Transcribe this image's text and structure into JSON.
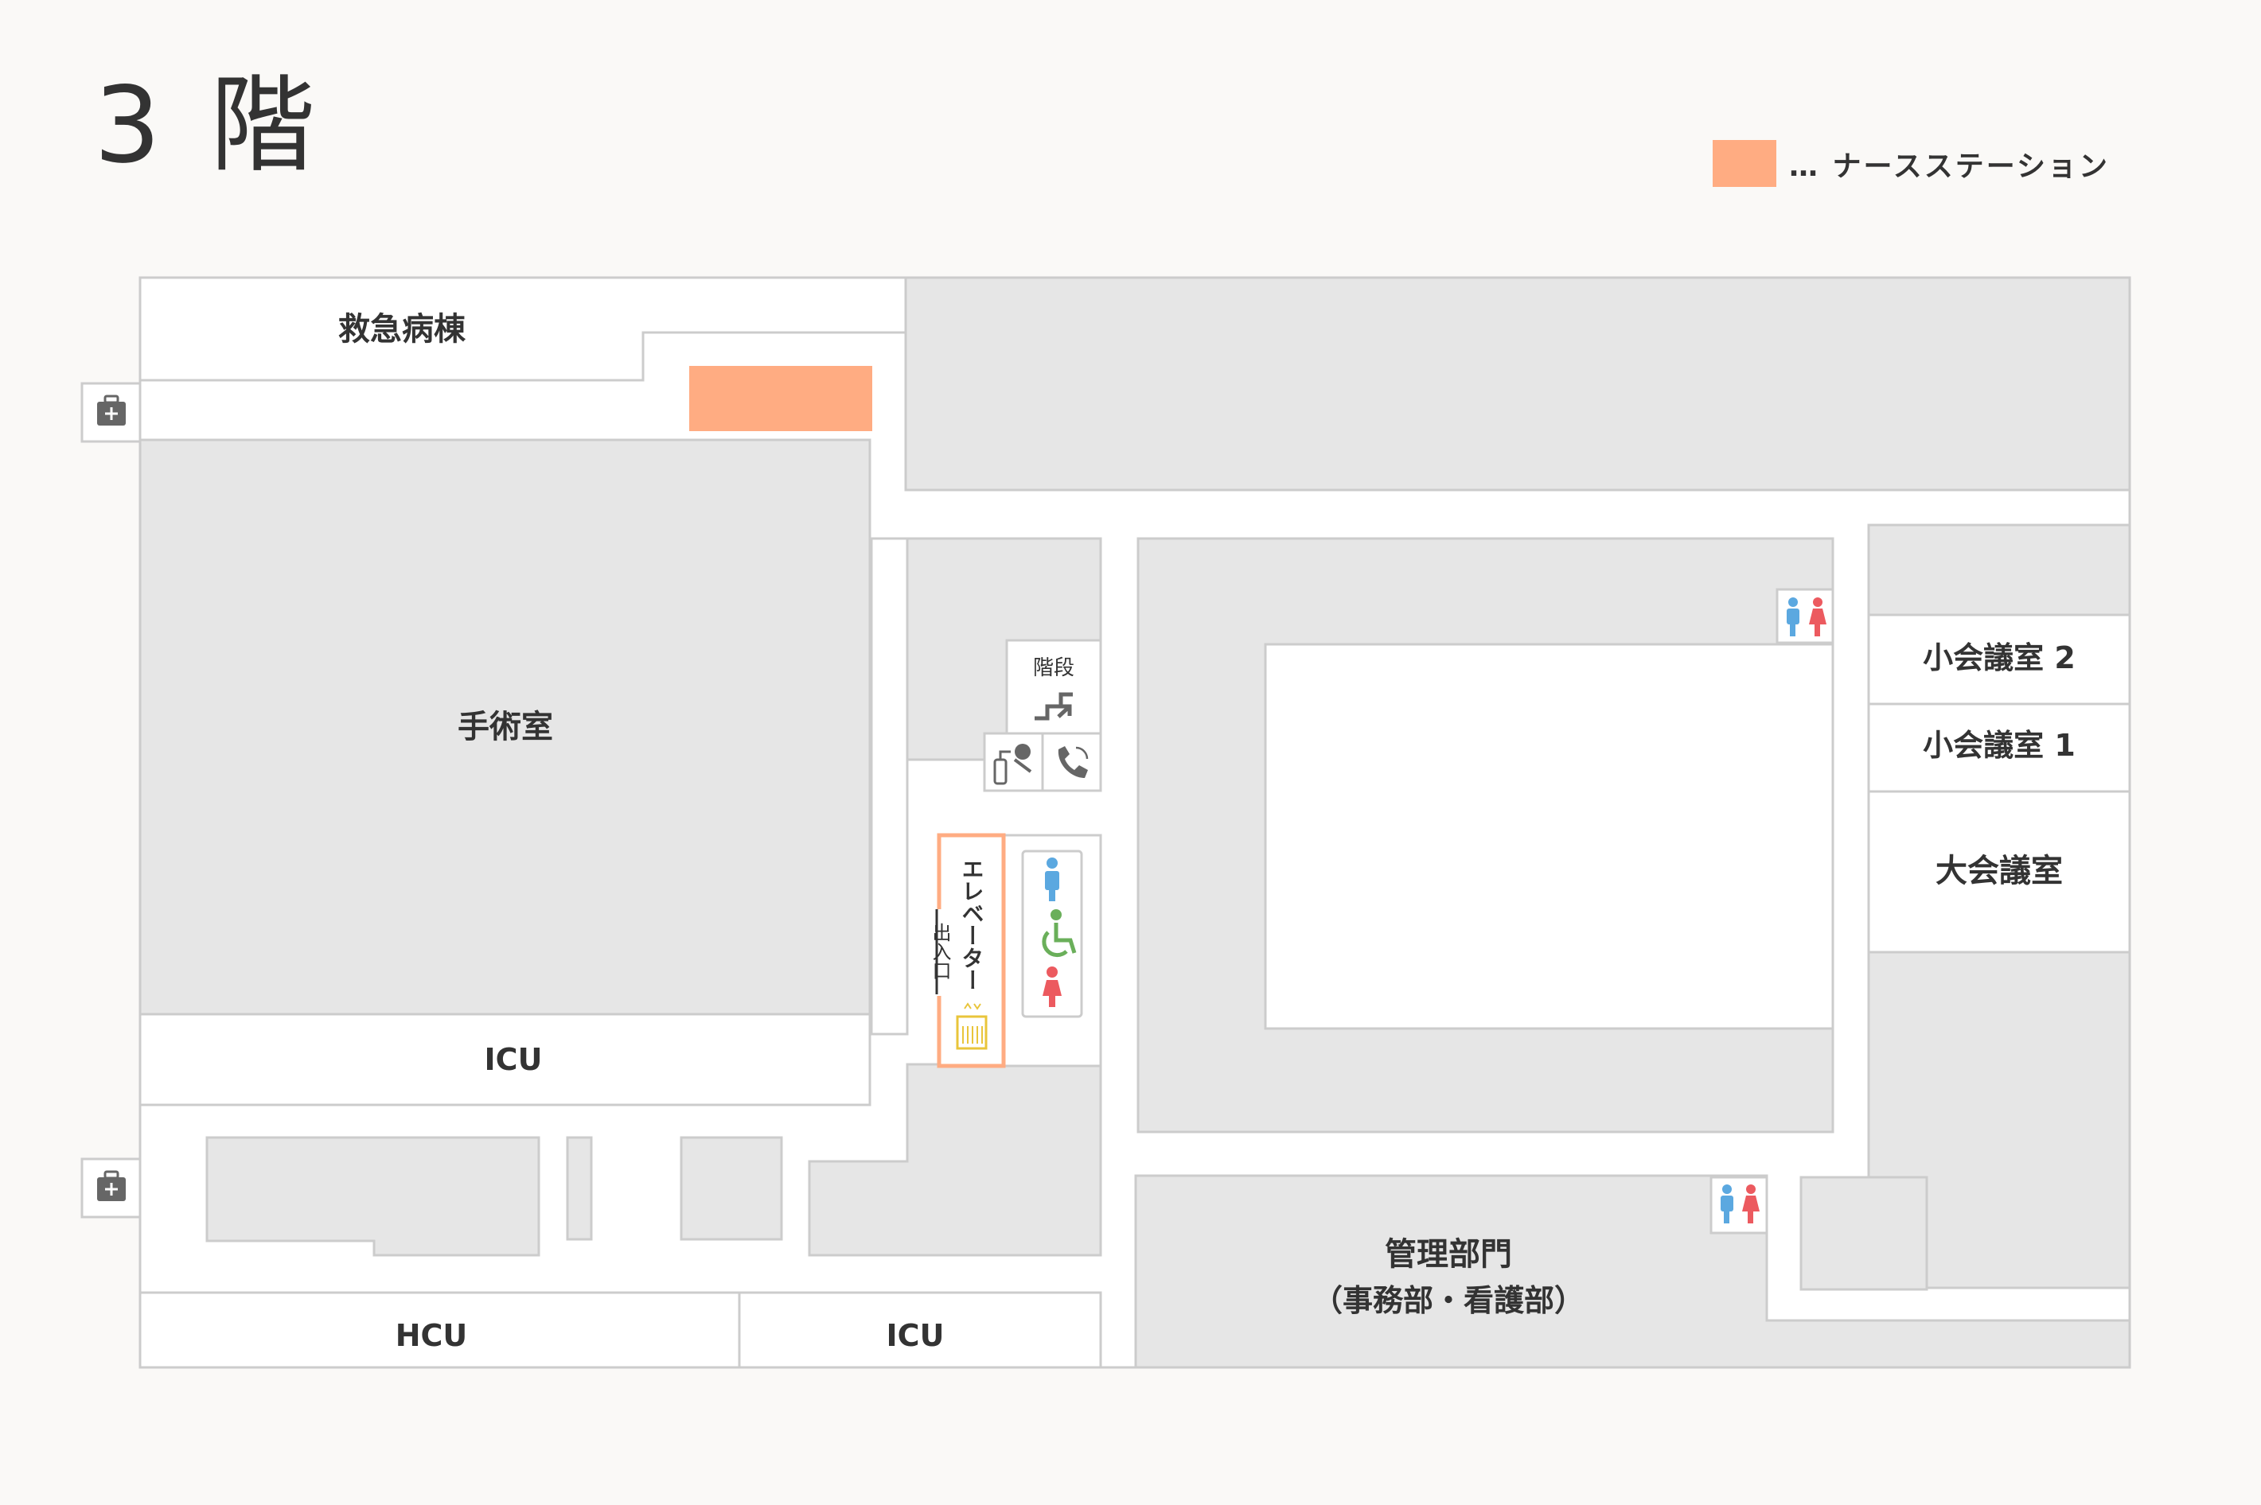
{
  "floor_title": "3 階",
  "legend": {
    "label": "… ナースステーション",
    "color": "#ffac82"
  },
  "colors": {
    "corridor": "#ffffff",
    "room": "#e6e6e6",
    "outline": "#cccccc",
    "nurse_station": "#ffac82",
    "elevator": "#ffac82",
    "male": "#5ba8e0",
    "female": "#ec5a5f",
    "accessible": "#6aaf5a",
    "elevator_icon": "#e9c53b",
    "icon_gray": "#666666"
  },
  "rooms": {
    "emergency_ward": "救急病棟",
    "operating_room": "手術室",
    "icu_upper": "ICU",
    "hcu": "HCU",
    "icu_lower": "ICU",
    "small_meeting_2": "小会議室 2",
    "small_meeting_1": "小会議室 1",
    "large_meeting": "大会議室",
    "admin_line1": "管理部門",
    "admin_line2": "（事務部・看護部）"
  },
  "facilities": {
    "stairs": "階段",
    "elevator": "エレベーター",
    "entrance": "出入口"
  },
  "icons": [
    "first-aid-kit-icon",
    "stairs-icon",
    "fire-extinguisher-icon",
    "phone-icon",
    "male-icon",
    "female-icon",
    "wheelchair-icon",
    "elevator-icon"
  ]
}
